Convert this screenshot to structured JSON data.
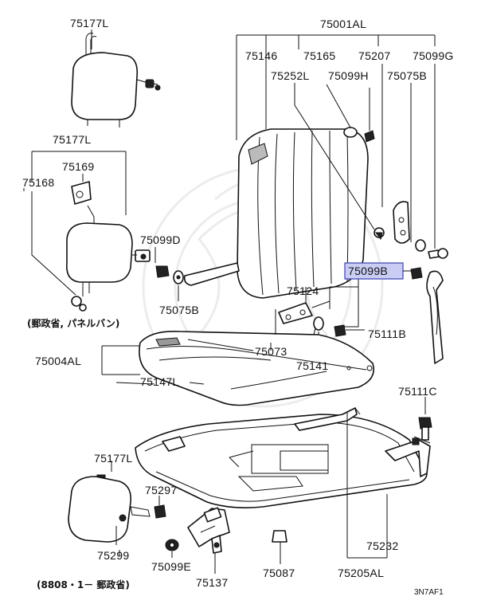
{
  "diagram": {
    "highlight": {
      "part_number": "75099B",
      "fill_color": "#c9cdf3",
      "border_color": "#3a3fb3"
    },
    "part_labels": [
      {
        "id": "75177L_top",
        "text": "75177L"
      },
      {
        "id": "75177L_mid",
        "text": "75177L"
      },
      {
        "id": "75169",
        "text": "75169"
      },
      {
        "id": "75168",
        "text": "75168"
      },
      {
        "id": "75099D",
        "text": "75099D"
      },
      {
        "id": "75075B_left",
        "text": "75075B"
      },
      {
        "id": "75001AL",
        "text": "75001AL"
      },
      {
        "id": "75146",
        "text": "75146"
      },
      {
        "id": "75165",
        "text": "75165"
      },
      {
        "id": "75207",
        "text": "75207"
      },
      {
        "id": "75099G",
        "text": "75099G"
      },
      {
        "id": "75252L",
        "text": "75252L"
      },
      {
        "id": "75099H",
        "text": "75099H"
      },
      {
        "id": "75075B_right",
        "text": "75075B"
      },
      {
        "id": "75099B",
        "text": "75099B"
      },
      {
        "id": "75124",
        "text": "75124"
      },
      {
        "id": "75111B",
        "text": "75111B"
      },
      {
        "id": "75004AL",
        "text": "75004AL"
      },
      {
        "id": "75073",
        "text": "75073"
      },
      {
        "id": "75141",
        "text": "75141"
      },
      {
        "id": "75147L",
        "text": "75147L"
      },
      {
        "id": "75111C",
        "text": "75111C"
      },
      {
        "id": "75177L_bottom",
        "text": "75177L"
      },
      {
        "id": "75297",
        "text": "75297"
      },
      {
        "id": "75299",
        "text": "75299"
      },
      {
        "id": "75099E",
        "text": "75099E"
      },
      {
        "id": "75137",
        "text": "75137"
      },
      {
        "id": "75087",
        "text": "75087"
      },
      {
        "id": "75232",
        "text": "75232"
      },
      {
        "id": "75205AL",
        "text": "75205AL"
      }
    ],
    "notes": {
      "mid_note": "(郵政省, パネルバン)",
      "bottom_note": "(8808・1－ 郵政省)"
    },
    "figure_code": "3N7AF1"
  }
}
